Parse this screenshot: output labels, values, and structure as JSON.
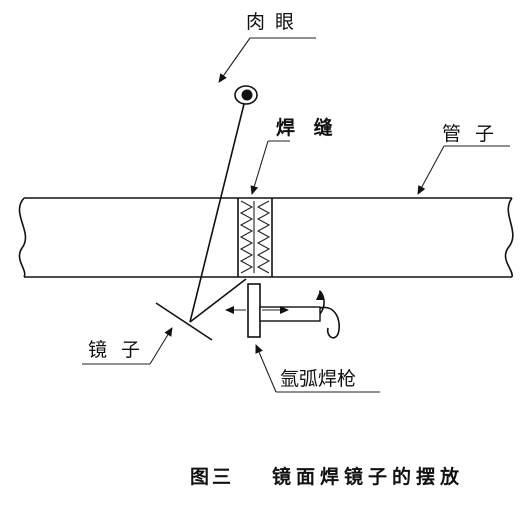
{
  "labels": {
    "eye": "肉 眼",
    "weld_seam": "焊 缝",
    "pipe": "管 子",
    "mirror": "镜 子",
    "torch": "氩弧焊枪"
  },
  "caption": {
    "figure_no": "图三",
    "title": "镜面焊镜子的摆放"
  },
  "icons": {
    "eye": "eye-icon",
    "arrow": "arrow-icon"
  },
  "colors": {
    "ink": "#111111",
    "paper": "#ffffff"
  }
}
